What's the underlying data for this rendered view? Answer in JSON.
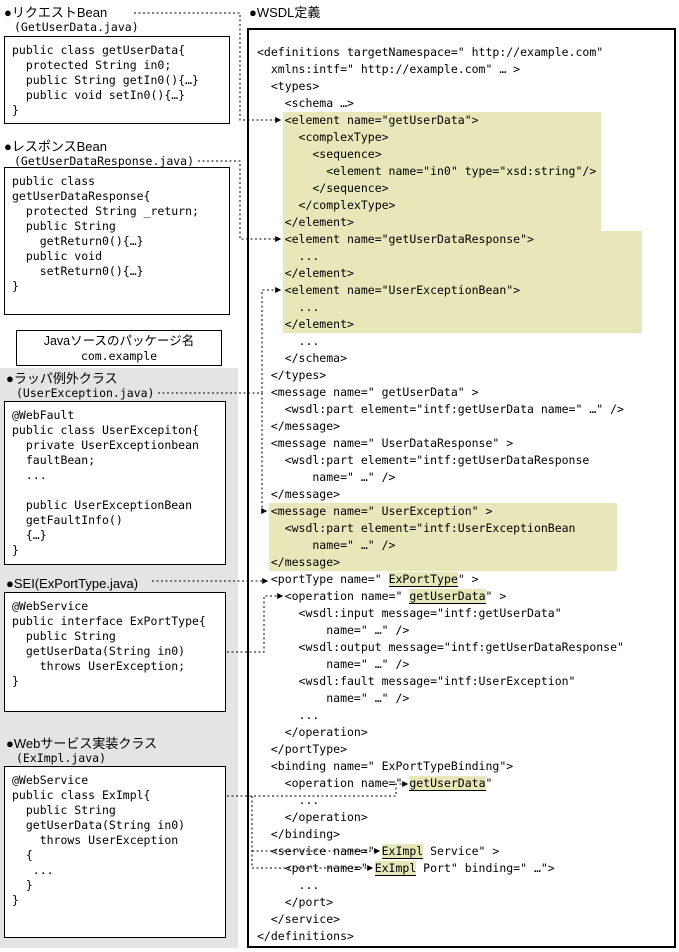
{
  "colors": {
    "highlight": "#e7e7b9",
    "panel": "#e4e4e4"
  },
  "left": {
    "request_bean": {
      "heading": "●リクエストBean",
      "filename": "(GetUserData.java)",
      "code": "public class getUserData{\n  protected String in0;\n  public String getIn0(){…}\n  public void setIn0(){…}\n}"
    },
    "response_bean": {
      "heading": "●レスポンスBean",
      "filename": "(GetUserDataResponse.java)",
      "code": "public class\ngetUserDataResponse{\n  protected String _return;\n  public String\n    getReturn0(){…}\n  public void\n    setReturn0(){…}\n}"
    },
    "package": {
      "title": "Javaソースのパッケージ名",
      "value": "com.example"
    },
    "exception_class": {
      "heading": "●ラッパ例外クラス",
      "filename": "(UserException.java)",
      "code": "@WebFault\npublic class UserExcepiton{\n  private UserExceptionbean\n  faultBean;\n  ...\n\n  public UserExceptionBean\n  getFaultInfo()\n  {…}\n}"
    },
    "sei": {
      "heading": "●SEI(ExPortType.java)",
      "code": "@WebService\npublic interface ExPortType{\n  public String\n  getUserData(String in0)\n    throws UserException;\n}"
    },
    "impl_class": {
      "heading": "●Webサービス実装クラス",
      "filename": "(ExImpl.java)",
      "code": "@WebService\npublic class ExImpl{\n  public String\n  getUserData(String in0)\n    throws UserException\n  {\n   ...\n  }\n}"
    }
  },
  "wsdl": {
    "heading": "●WSDL定義",
    "lines": [
      {
        "t": "<definitions targetNamespace=\" http://example.com\""
      },
      {
        "t": "  xmlns:intf=\" http://example.com\" … >"
      },
      {
        "t": "  <types>"
      },
      {
        "t": "    <schema …>"
      },
      {
        "t": "    <element name=\"getUserData\">"
      },
      {
        "t": "      <complexType>"
      },
      {
        "t": "        <sequence>"
      },
      {
        "t": "          <element name=\"in0\" type=\"xsd:string\"/>"
      },
      {
        "t": "        </sequence>"
      },
      {
        "t": "      </complexType>"
      },
      {
        "t": "    </element>"
      },
      {
        "t": "    <element name=\"getUserDataResponse\">"
      },
      {
        "t": "      ..."
      },
      {
        "t": "    </element>"
      },
      {
        "t": "    <element name=\"UserExceptionBean\">"
      },
      {
        "t": "      ..."
      },
      {
        "t": "    </element>"
      },
      {
        "t": "      ..."
      },
      {
        "t": "    </schema>"
      },
      {
        "t": "  </types>"
      },
      {
        "t": "  <message name=\" getUserData\" >"
      },
      {
        "t": "    <wsdl:part element=\"intf:getUserData name=\" …\" />"
      },
      {
        "t": "  </message>"
      },
      {
        "t": "  <message name=\" UserDataResponse\" >"
      },
      {
        "t": "    <wsdl:part element=\"intf:getUserDataResponse"
      },
      {
        "t": "        name=\" …\" />"
      },
      {
        "t": "  </message>"
      },
      {
        "t": "  <message name=\" UserException\" >"
      },
      {
        "t": "    <wsdl:part element=\"intf:UserExceptionBean"
      },
      {
        "t": "        name=\" …\" />"
      },
      {
        "t": "  </message>"
      },
      {
        "parts": [
          {
            "t": "  <portType name=\" "
          },
          {
            "t": "ExPortType",
            "hl": true
          },
          {
            "t": "\" >"
          }
        ]
      },
      {
        "parts": [
          {
            "t": "    <operation name=\" "
          },
          {
            "t": "getUserData",
            "hl": true
          },
          {
            "t": "\" >"
          }
        ]
      },
      {
        "t": "      <wsdl:input message=\"intf:getUserData\""
      },
      {
        "t": "          name=\" …\" />"
      },
      {
        "t": "      <wsdl:output message=\"intf:getUserDataResponse\""
      },
      {
        "t": "          name=\" …\" />"
      },
      {
        "t": "      <wsdl:fault message=\"intf:UserException\""
      },
      {
        "t": "          name=\" …\" />"
      },
      {
        "t": "      ..."
      },
      {
        "t": "    </operation>"
      },
      {
        "t": "  </portType>"
      },
      {
        "t": "  <binding name=\" ExPortTypeBinding\">"
      },
      {
        "parts": [
          {
            "t": "    <operation name=\" "
          },
          {
            "t": "getUserData",
            "hl": true
          },
          {
            "t": "\""
          }
        ]
      },
      {
        "t": "      ..."
      },
      {
        "t": "    </operation>"
      },
      {
        "t": "  </binding>"
      },
      {
        "parts": [
          {
            "t": "  <service name=\" "
          },
          {
            "t": "ExImpl",
            "hl": true
          },
          {
            "t": " Service\" >"
          }
        ]
      },
      {
        "parts": [
          {
            "t": "    <port name=\" "
          },
          {
            "t": "ExImpl",
            "hl": true
          },
          {
            "t": " Port\" binding=\" …\">"
          }
        ]
      },
      {
        "t": "      ..."
      },
      {
        "t": "    </port>"
      },
      {
        "t": "  </service>"
      },
      {
        "t": "</definitions>"
      }
    ]
  }
}
